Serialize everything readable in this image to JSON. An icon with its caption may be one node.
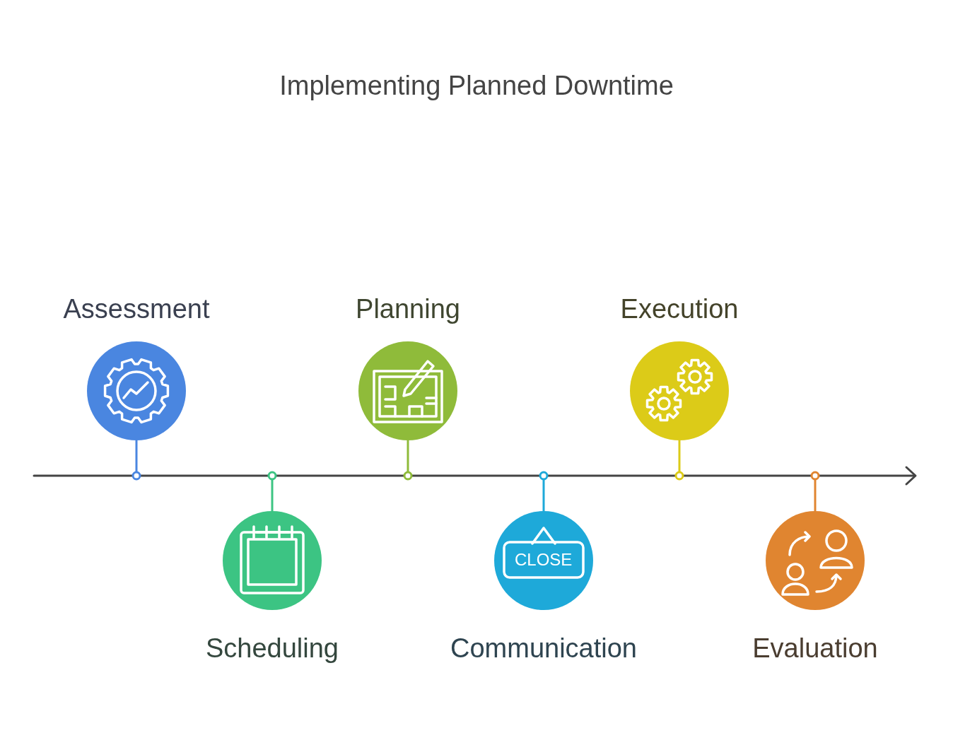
{
  "diagram": {
    "title": "Implementing Planned Downtime",
    "nodes": [
      {
        "text": [
          "Assessment"
        ]
      },
      {
        "text": [
          "Scheduling"
        ]
      },
      {
        "text": [
          "Planning"
        ]
      },
      {
        "text": [
          "Communication"
        ]
      },
      {
        "text": [
          "Execution"
        ]
      },
      {
        "text": [
          "Evaluation"
        ]
      }
    ],
    "edges": [],
    "labels": [
      "CLOSE"
    ]
  }
}
